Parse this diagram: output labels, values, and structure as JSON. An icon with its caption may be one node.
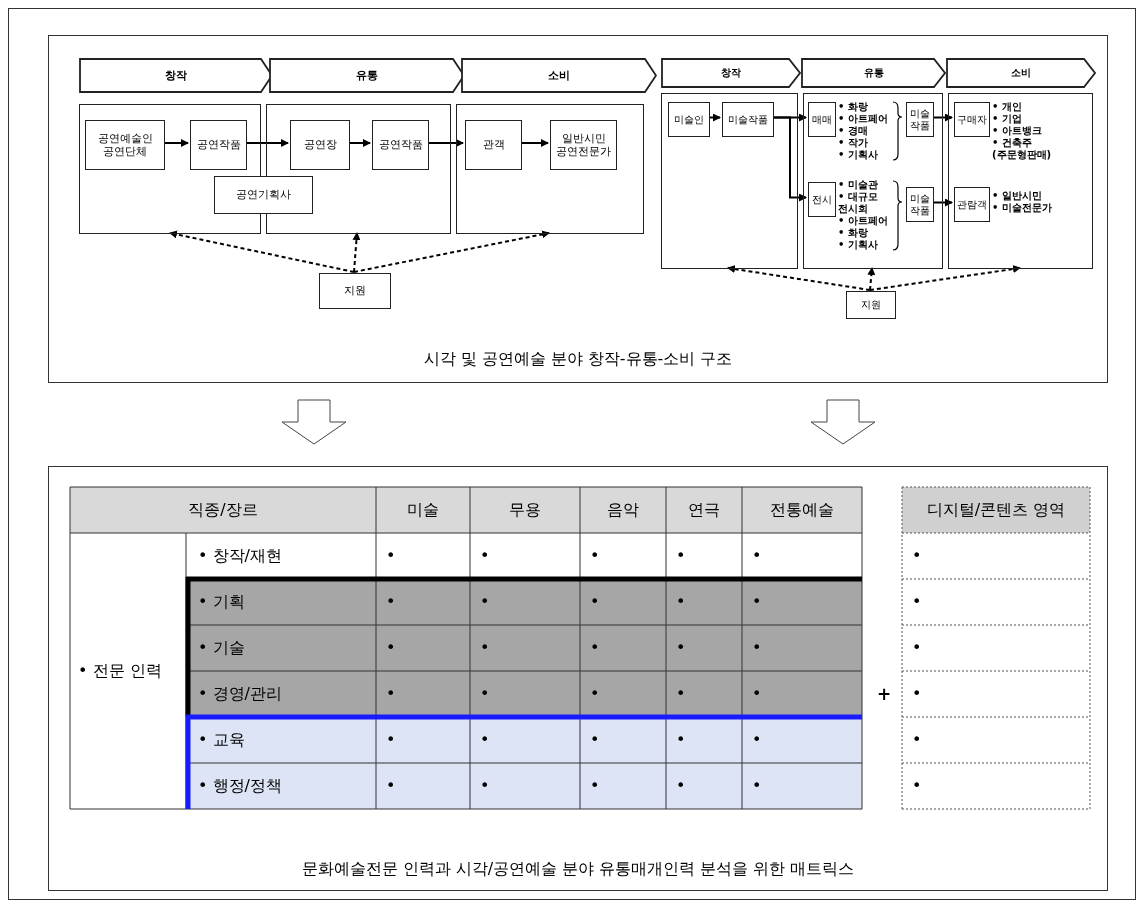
{
  "diagram": {
    "nodes": [
      {
        "text": [
          "시각 및 공연예술 분야 창작-유통-소비 구조"
        ]
      },
      {
        "text": [
          "창작"
        ],
        "in": 0
      },
      {
        "text": [
          "유통"
        ],
        "in": 0
      },
      {
        "text": [
          "소비"
        ],
        "in": 0
      },
      {
        "text": [],
        "shape": "box",
        "in": 0
      },
      {
        "text": [],
        "shape": "box",
        "in": 0
      },
      {
        "text": [],
        "shape": "box",
        "in": 0
      },
      {
        "text": [
          "공연예술인 공연단체"
        ],
        "in": 4
      },
      {
        "text": [
          "공연작품"
        ],
        "in": 4
      },
      {
        "text": [
          "공연장"
        ],
        "in": 5
      },
      {
        "text": [
          "공연작품"
        ],
        "in": 5
      },
      {
        "text": [
          "관객"
        ],
        "in": 6
      },
      {
        "text": [
          "일반시민 공연전문가"
        ],
        "in": 6
      },
      {
        "text": [
          "공연기획사"
        ],
        "in": 0
      },
      {
        "text": [
          "지원"
        ],
        "in": 0
      },
      {
        "text": [
          "창작"
        ],
        "in": 0
      },
      {
        "text": [
          "유통"
        ],
        "in": 0
      },
      {
        "text": [
          "소비"
        ],
        "in": 0
      },
      {
        "text": [],
        "shape": "box",
        "in": 0
      },
      {
        "text": [],
        "shape": "box",
        "in": 0
      },
      {
        "text": [],
        "shape": "box",
        "in": 0
      },
      {
        "text": [
          "미술인"
        ],
        "in": 18
      },
      {
        "text": [
          "미술작품"
        ],
        "in": 18
      },
      {
        "text": [
          "매매"
        ],
        "in": 19,
        "beside": [
          "• 화랑",
          "• 아트페어",
          "• 경매",
          "• 작가",
          "• 기획사"
        ]
      },
      {
        "text": [
          "미술 작품"
        ],
        "in": 19
      },
      {
        "text": [
          "전시"
        ],
        "in": 19,
        "beside": [
          "• 미술관",
          "• 대규모 전시회",
          "• 아트페어",
          "• 화랑",
          "• 기획사"
        ]
      },
      {
        "text": [
          "미술 작품"
        ],
        "in": 19
      },
      {
        "text": [
          "구매자"
        ],
        "in": 20,
        "beside": [
          "• 개인",
          "• 기업",
          "• 아트뱅크",
          "• 건축주 (주문형판매)"
        ]
      },
      {
        "text": [
          "관람객"
        ],
        "in": 20,
        "beside": [
          "• 일반시민",
          "• 미술전문가"
        ]
      },
      {
        "text": [
          "지원"
        ],
        "in": 0
      },
      {
        "text": [
          "문화예술전문 인력과 시각/공연예술 분야 유통매개인력 분석을 위한 매트릭스"
        ]
      }
    ],
    "edges": [
      {
        "from": 7,
        "to": 8,
        "arrow": "to"
      },
      {
        "from": 8,
        "to": 9,
        "arrow": "to"
      },
      {
        "from": 9,
        "to": 10,
        "arrow": "to"
      },
      {
        "from": 10,
        "to": 11,
        "arrow": "to"
      },
      {
        "from": 11,
        "to": 12,
        "arrow": "to"
      },
      {
        "from": 14,
        "to": 4,
        "arrow": "to",
        "style": "dashed"
      },
      {
        "from": 14,
        "to": 5,
        "arrow": "to",
        "style": "dashed"
      },
      {
        "from": 14,
        "to": 6,
        "arrow": "to",
        "style": "dashed"
      },
      {
        "from": 21,
        "to": 22,
        "arrow": "to"
      },
      {
        "from": 22,
        "to": 23,
        "arrow": "to"
      },
      {
        "from": 22,
        "to": 25,
        "arrow": "to"
      },
      {
        "from": 24,
        "to": 27,
        "arrow": "to"
      },
      {
        "from": 26,
        "to": 28,
        "arrow": "to"
      },
      {
        "from": 29,
        "to": 18,
        "arrow": "to",
        "style": "dashed"
      },
      {
        "from": 29,
        "to": 19,
        "arrow": "to",
        "style": "dashed"
      },
      {
        "from": 29,
        "to": 20,
        "arrow": "to",
        "style": "dashed"
      },
      {
        "from": 0,
        "to": 30,
        "arrow": "to"
      },
      {
        "from": 0,
        "to": 30,
        "arrow": "to"
      }
    ],
    "labels": [
      "직종/장르",
      "미술",
      "무용",
      "음악",
      "연극",
      "전통예술",
      "디지털/콘텐츠 영역",
      "• 전문 인력",
      "• 창작/재현",
      "•",
      "•",
      "•",
      "•",
      "•",
      "•",
      "• 기획",
      "•",
      "•",
      "•",
      "•",
      "•",
      "•",
      "• 기술",
      "•",
      "•",
      "•",
      "•",
      "•",
      "•",
      "• 경영/관리",
      "•",
      "•",
      "•",
      "•",
      "•",
      "•",
      "• 교육",
      "•",
      "•",
      "•",
      "•",
      "•",
      "•",
      "• 행정/정책",
      "•",
      "•",
      "•",
      "•",
      "•",
      "•",
      "+"
    ]
  }
}
